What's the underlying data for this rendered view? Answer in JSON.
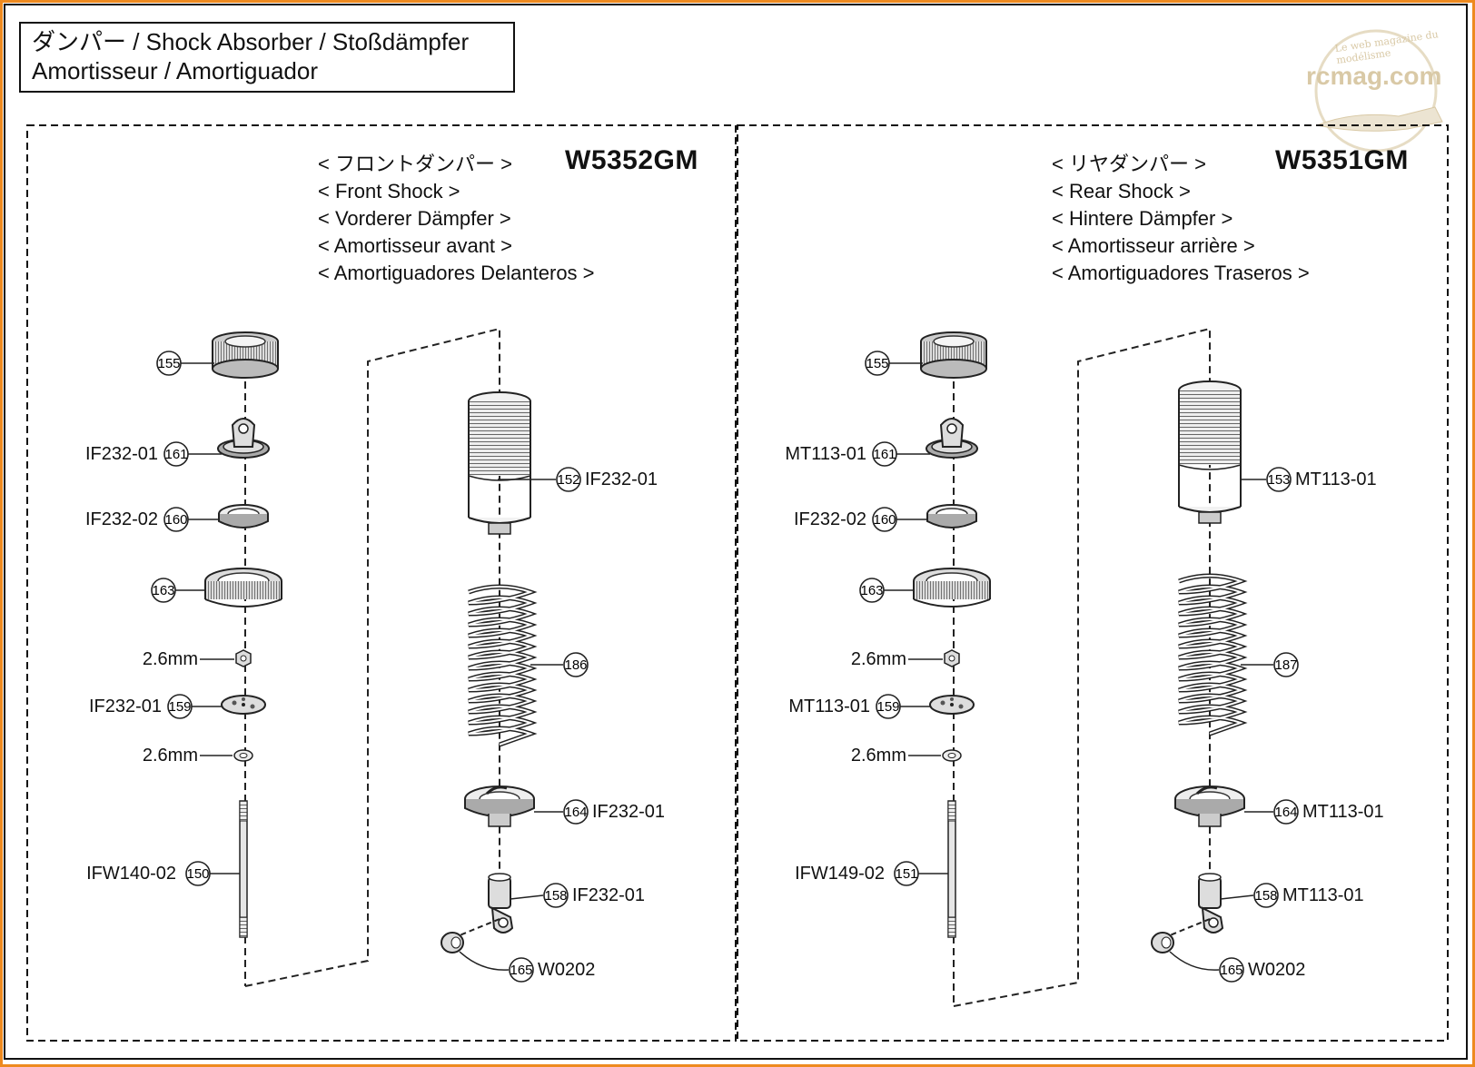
{
  "title": {
    "line1": "ダンパー / Shock Absorber / Stoßdämpfer",
    "line2": "Amortisseur / Amortiguador"
  },
  "watermark": {
    "brand": "rcmag.com",
    "tagline": "Le web magazine du modélisme"
  },
  "colors": {
    "frame": "#ee8a1f",
    "watermark": "#d9c9a6"
  },
  "front": {
    "heading": [
      "< フロントダンパー >",
      "< Front Shock >",
      "< Vorderer Dämpfer >",
      "< Amortisseur avant >",
      "< Amortiguadores Delanteros >"
    ],
    "code": "W5352GM",
    "parts_left": [
      {
        "num": "155",
        "code": ""
      },
      {
        "num": "161",
        "code": "IF232-01"
      },
      {
        "num": "160",
        "code": "IF232-02"
      },
      {
        "num": "163",
        "code": ""
      },
      {
        "num": "",
        "code": "2.6mm"
      },
      {
        "num": "159",
        "code": "IF232-01"
      },
      {
        "num": "",
        "code": "2.6mm"
      },
      {
        "num": "150",
        "code": "IFW140-02"
      }
    ],
    "parts_right": [
      {
        "num": "152",
        "code": "IF232-01"
      },
      {
        "num": "186",
        "code": ""
      },
      {
        "num": "164",
        "code": "IF232-01"
      },
      {
        "num": "158",
        "code": "IF232-01"
      },
      {
        "num": "165",
        "code": "W0202"
      }
    ]
  },
  "rear": {
    "heading": [
      "< リヤダンパー >",
      "< Rear Shock >",
      "< Hintere Dämpfer >",
      "< Amortisseur arrière >",
      "< Amortiguadores Traseros >"
    ],
    "code": "W5351GM",
    "parts_left": [
      {
        "num": "155",
        "code": ""
      },
      {
        "num": "161",
        "code": "MT113-01"
      },
      {
        "num": "160",
        "code": "IF232-02"
      },
      {
        "num": "163",
        "code": ""
      },
      {
        "num": "",
        "code": "2.6mm"
      },
      {
        "num": "159",
        "code": "MT113-01"
      },
      {
        "num": "",
        "code": "2.6mm"
      },
      {
        "num": "151",
        "code": "IFW149-02"
      }
    ],
    "parts_right": [
      {
        "num": "153",
        "code": "MT113-01"
      },
      {
        "num": "187",
        "code": ""
      },
      {
        "num": "164",
        "code": "MT113-01"
      },
      {
        "num": "158",
        "code": "MT113-01"
      },
      {
        "num": "165",
        "code": "W0202"
      }
    ]
  }
}
